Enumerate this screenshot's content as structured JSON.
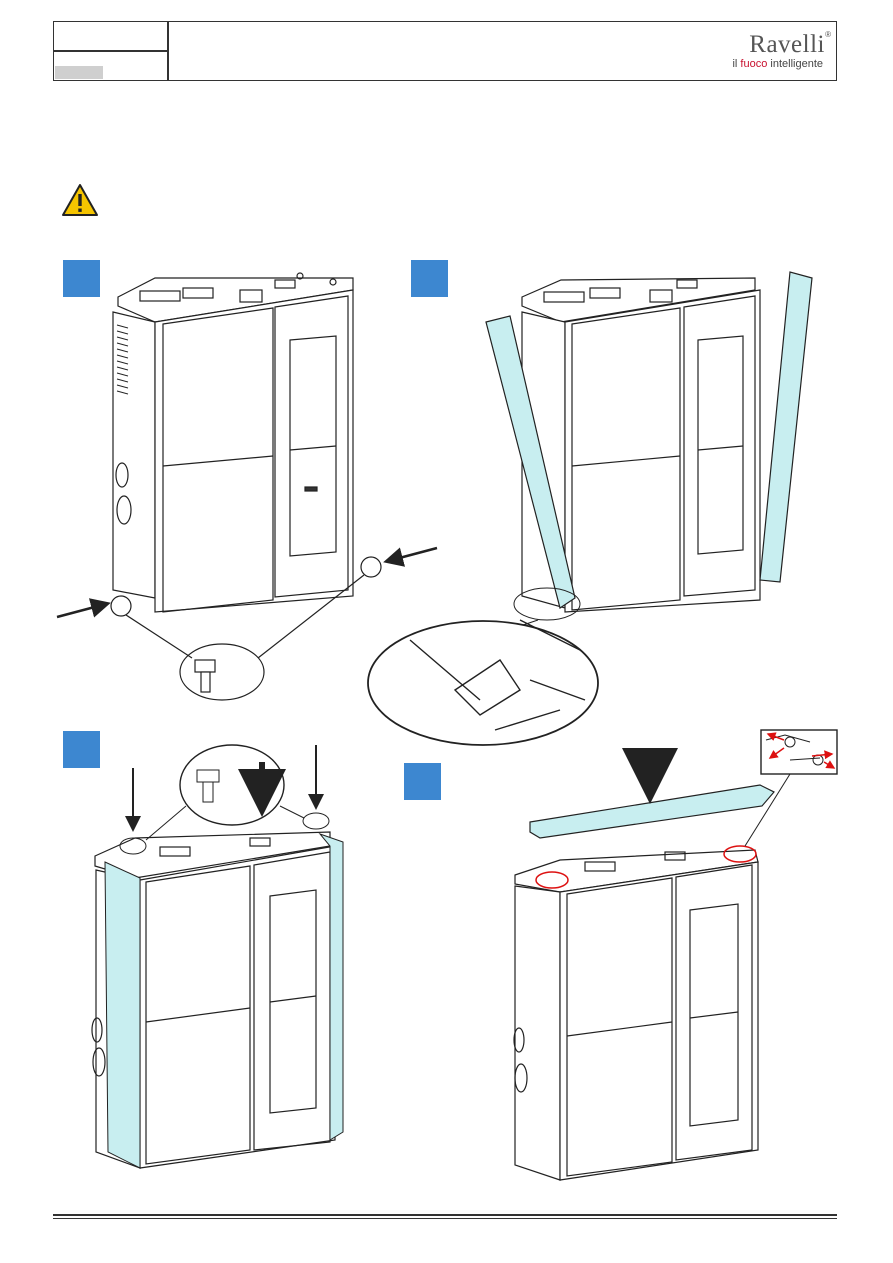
{
  "header": {
    "brand": "Ravelli",
    "brand_mark": "®",
    "tagline_pre": "il ",
    "tagline_hl": "fuoco",
    "tagline_post": " intelligente",
    "accent": "#c8102e"
  },
  "warning": {
    "icon": "warning-triangle-icon",
    "color": "#f5c400"
  },
  "colors": {
    "step_marker": "#3d87d0",
    "panel": "#c8eef0"
  },
  "steps": [
    {
      "marker": "",
      "icon": "step-1-marker"
    },
    {
      "marker": "",
      "icon": "step-2-marker"
    },
    {
      "marker": "",
      "icon": "step-3-marker"
    },
    {
      "marker": "",
      "icon": "step-4-marker"
    }
  ]
}
